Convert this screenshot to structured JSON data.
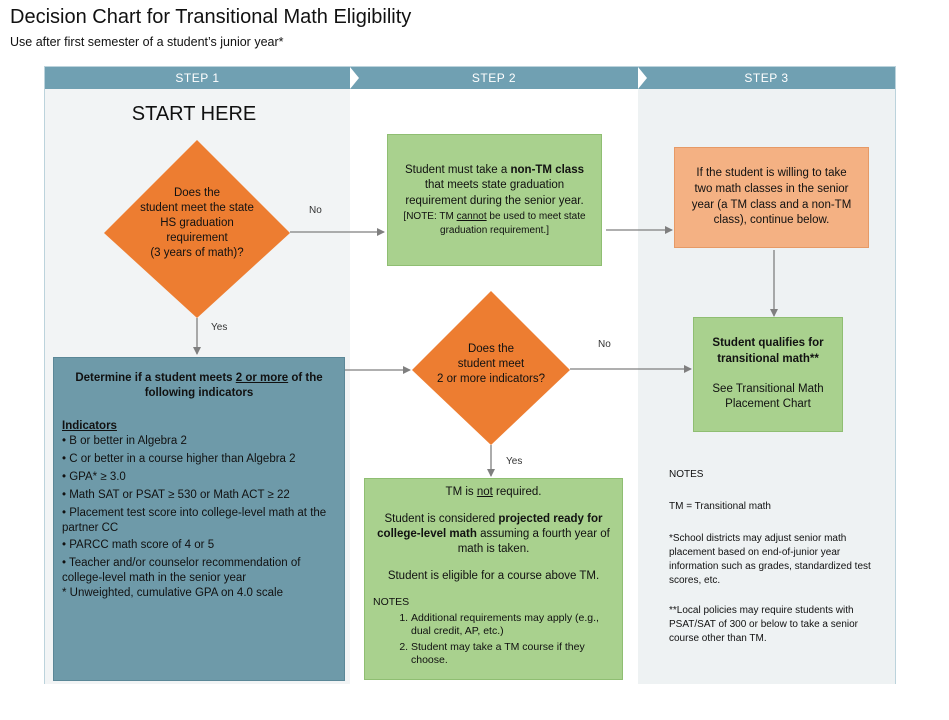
{
  "title": "Decision Chart for Transitional Math Eligibility",
  "subtitle": "Use after first semester of a student’s junior year*",
  "steps": [
    "STEP 1",
    "STEP 2",
    "STEP 3"
  ],
  "start_label": "START HERE",
  "decision1": {
    "lines": [
      "Does the",
      "student meet the state",
      "HS graduation",
      "requirement",
      "(3 years of math)?"
    ],
    "no_label": "No",
    "yes_label": "Yes"
  },
  "non_tm_box": {
    "pre": "Student must take a ",
    "bold": "non-TM class",
    "post": " that meets state graduation requirement during the senior year.",
    "note_pre": "[NOTE: TM ",
    "note_u": "cannot",
    "note_post": " be used to meet state graduation requirement.]"
  },
  "two_classes_box": {
    "text": "If the student is willing to take two math classes in the senior year (a TM class and a non-TM class), continue below."
  },
  "indicators_box": {
    "heading_pre": "Determine if a student meets ",
    "heading_u": "2 or more",
    "heading_post": " of the following indicators",
    "indicators_title": "Indicators",
    "items": [
      "• B or better in Algebra 2",
      "• C or better in a course higher than Algebra 2",
      "• GPA* ≥ 3.0",
      "• Math SAT or PSAT ≥ 530 or Math ACT ≥ 22",
      "• Placement test score into college-level math at the partner CC",
      "• PARCC math score of 4 or 5",
      "• Teacher and/or counselor recommendation of college-level math in the senior year",
      "* Unweighted, cumulative GPA on 4.0 scale"
    ]
  },
  "decision2": {
    "lines": [
      "Does the",
      "student meet",
      "2 or more indicators?"
    ],
    "no_label": "No",
    "yes_label": "Yes"
  },
  "qualifies_box": {
    "bold": "Student qualifies for transitional math**",
    "text": "See Transitional Math Placement Chart"
  },
  "not_required_box": {
    "line1_pre": "TM is ",
    "line1_u": "not",
    "line1_post": " required.",
    "line2_pre": "Student is considered ",
    "line2_bold": "projected ready for college-level math",
    "line2_post": " assuming a fourth year of math is taken.",
    "line3": "Student is eligible for a course above TM.",
    "notes_title": "NOTES",
    "notes": [
      "Additional requirements may apply (e.g., dual credit, AP, etc.)",
      "Student may take a TM course if they choose."
    ]
  },
  "notes_panel": {
    "title": "NOTES",
    "items": [
      "TM = Transitional math",
      "*School districts may adjust senior math placement based on end-of-junior year information such as grades, standardized test scores, etc.",
      "**Local policies may require students with PSAT/SAT of 300 or below to take a senior course other than TM."
    ]
  },
  "colors": {
    "header": "#70a0b2",
    "decision": "#ed7d31",
    "green_box": "#a9d18e",
    "peach_box": "#f4b183",
    "steel_box": "#6e9aa9",
    "arrow": "#7f7f7f"
  }
}
